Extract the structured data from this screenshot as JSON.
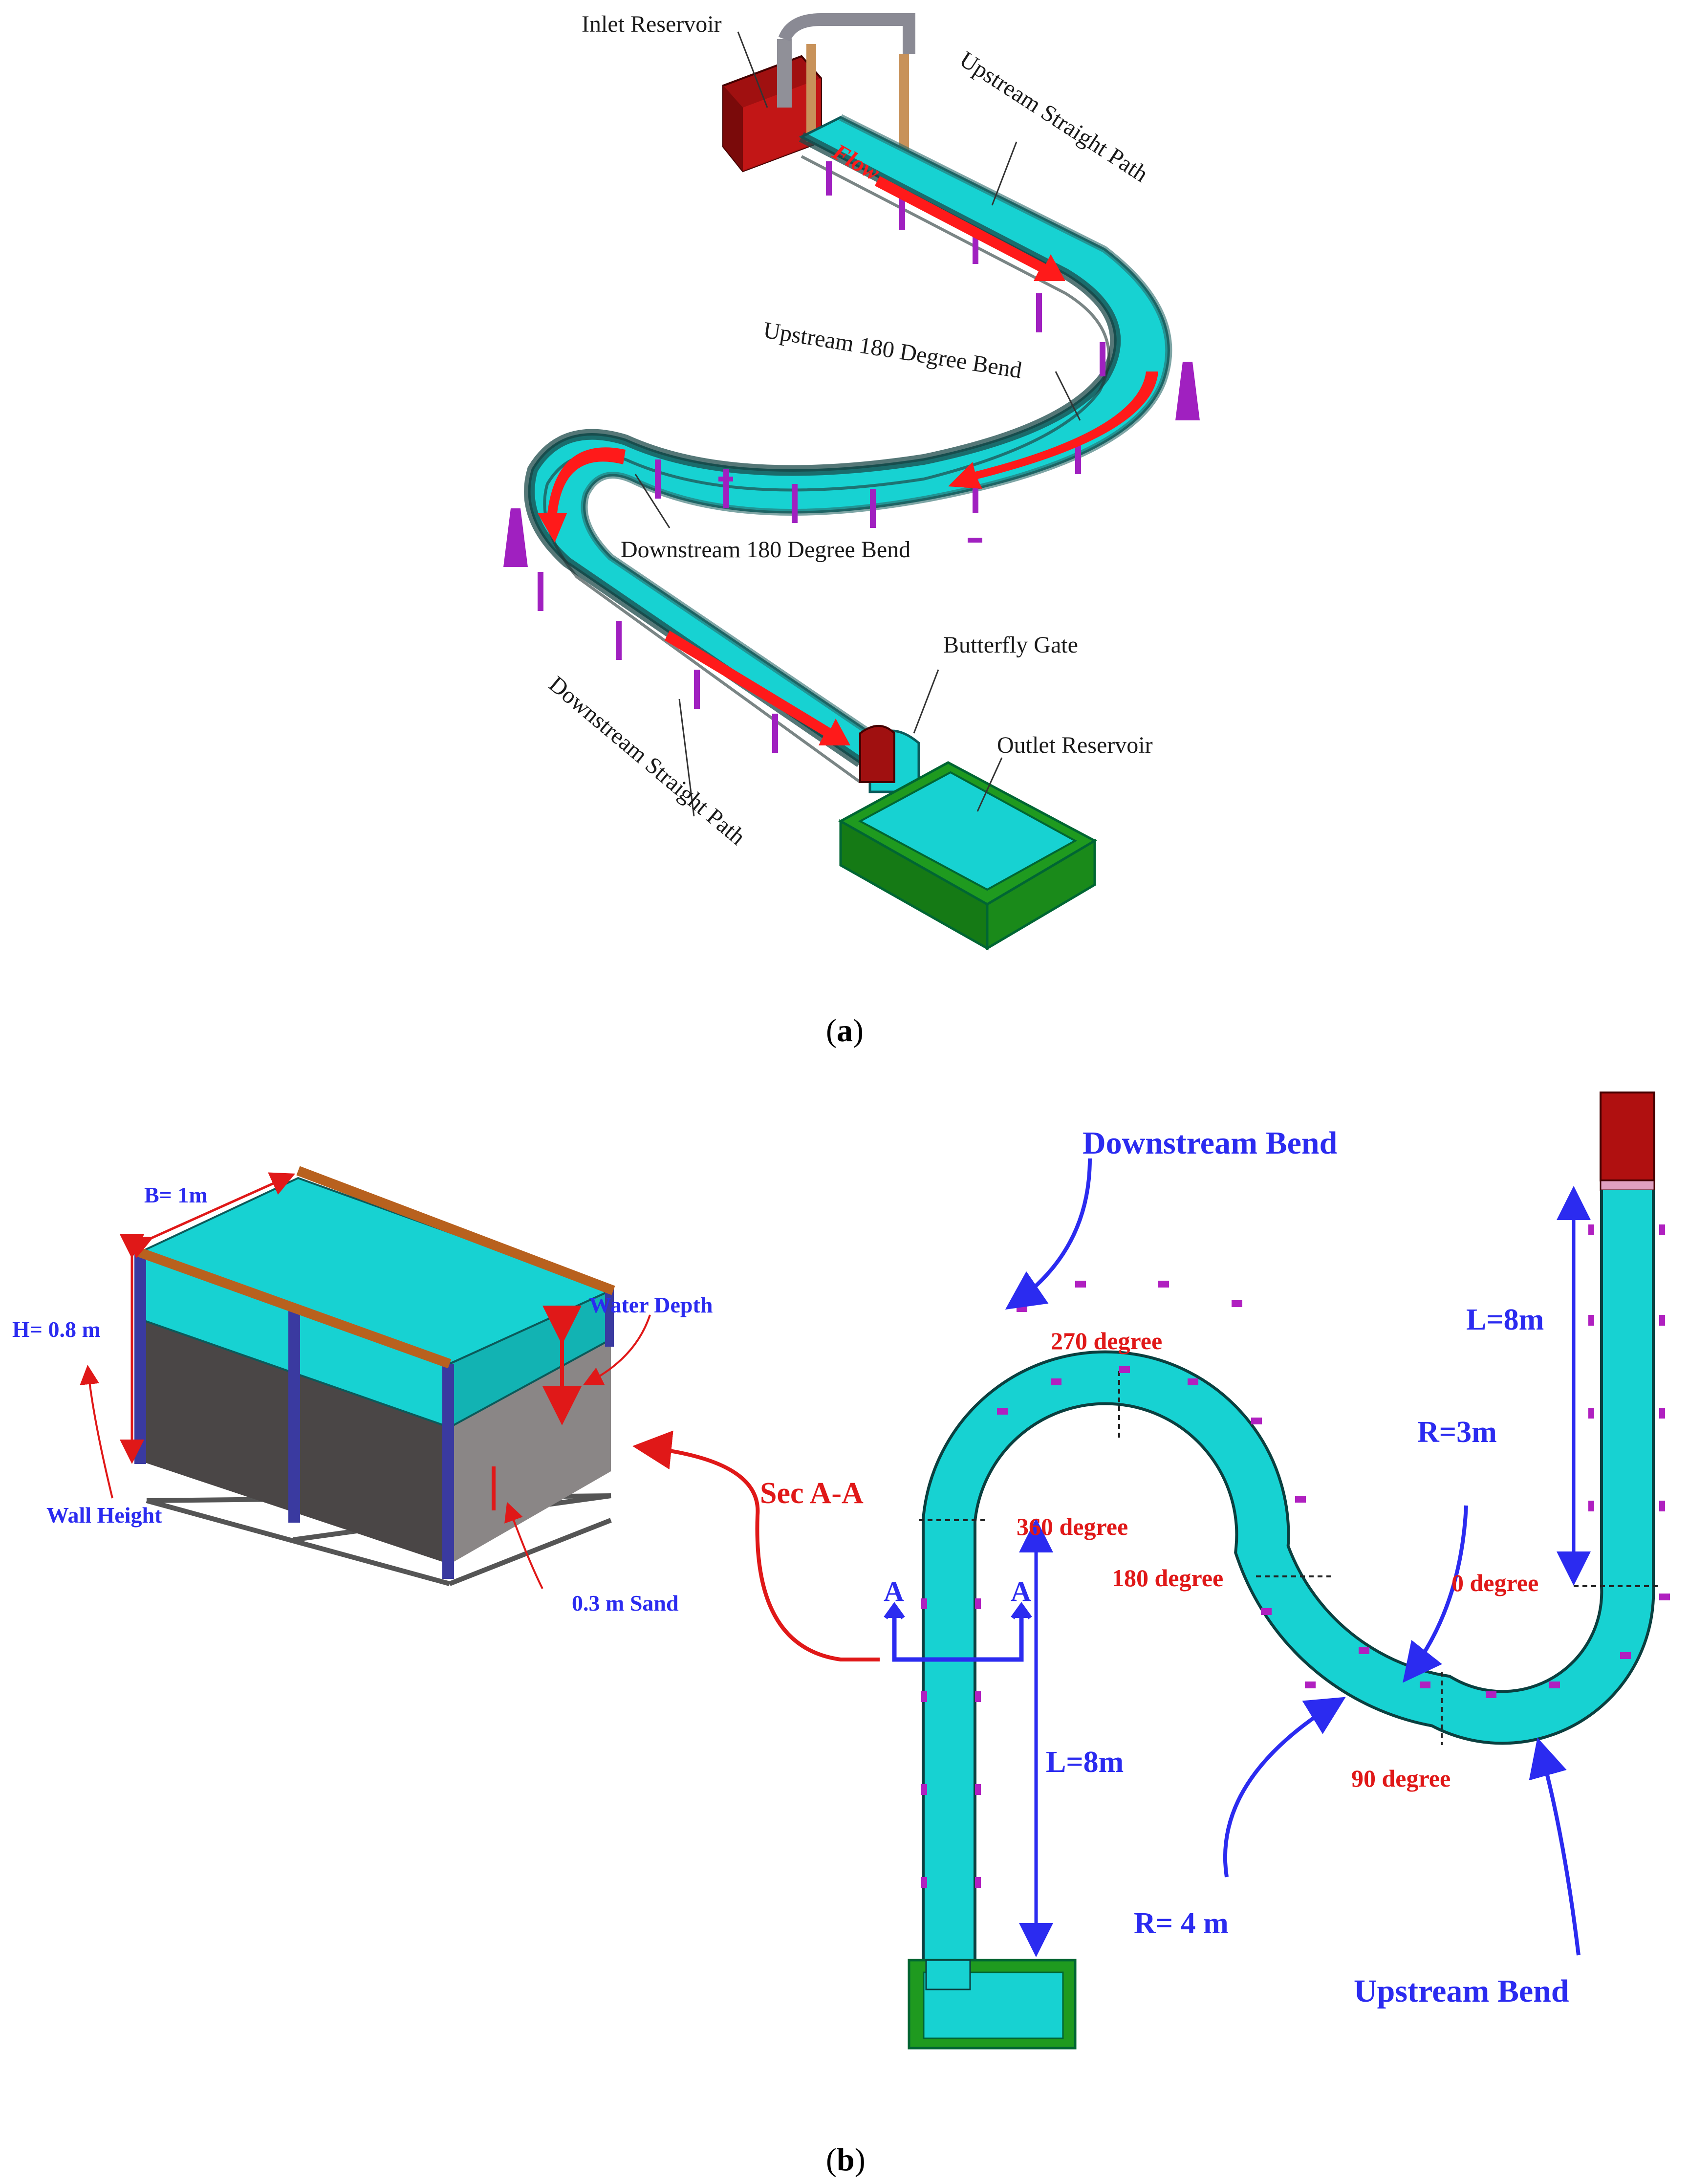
{
  "panel_a": {
    "labels": {
      "inlet_reservoir": "Inlet Reservoir",
      "upstream_straight_path": "Upstream Straight Path",
      "upstream_bend": "Upstream 180 Degree Bend",
      "downstream_bend": "Downstream 180 Degree Bend",
      "butterfly_gate": "Butterfly Gate",
      "outlet_reservoir": "Outlet Reservoir",
      "downstream_straight_path": "Downstream Straight Path",
      "flow": "Flow"
    },
    "caption_letter": "a"
  },
  "panel_b": {
    "section": {
      "width_label": "B= 1m",
      "height_label": "H= 0.8 m",
      "wall_height_label": "Wall Height",
      "water_depth_label": "Water Depth",
      "sand_label": "0.3 m Sand",
      "sec_label": "Sec A-A"
    },
    "plan": {
      "downstream_bend": "Downstream Bend",
      "upstream_bend": "Upstream Bend",
      "deg_270": "270 degree",
      "deg_360": "360 degree",
      "deg_180": "180 degree",
      "deg_0": "0 degree",
      "deg_90": "90 degree",
      "r3": "R=3m",
      "r4": "R= 4 m",
      "l8_right": "L=8m",
      "l8_left": "L=8m",
      "section_a_left": "A",
      "section_a_right": "A"
    },
    "caption_letter": "b"
  },
  "colors": {
    "water": "#17d2d2",
    "reservoir_red": "#b01010",
    "outlet_green": "#1f9a1f",
    "support_purple": "#a020c0",
    "flow_arrow": "#ff1a1a",
    "annotation_blue": "#2b2bf0",
    "annotation_red": "#e01818",
    "sand": "#4a4646",
    "frame_blue": "#3a3aa0",
    "beam_brown": "#b8611e"
  }
}
